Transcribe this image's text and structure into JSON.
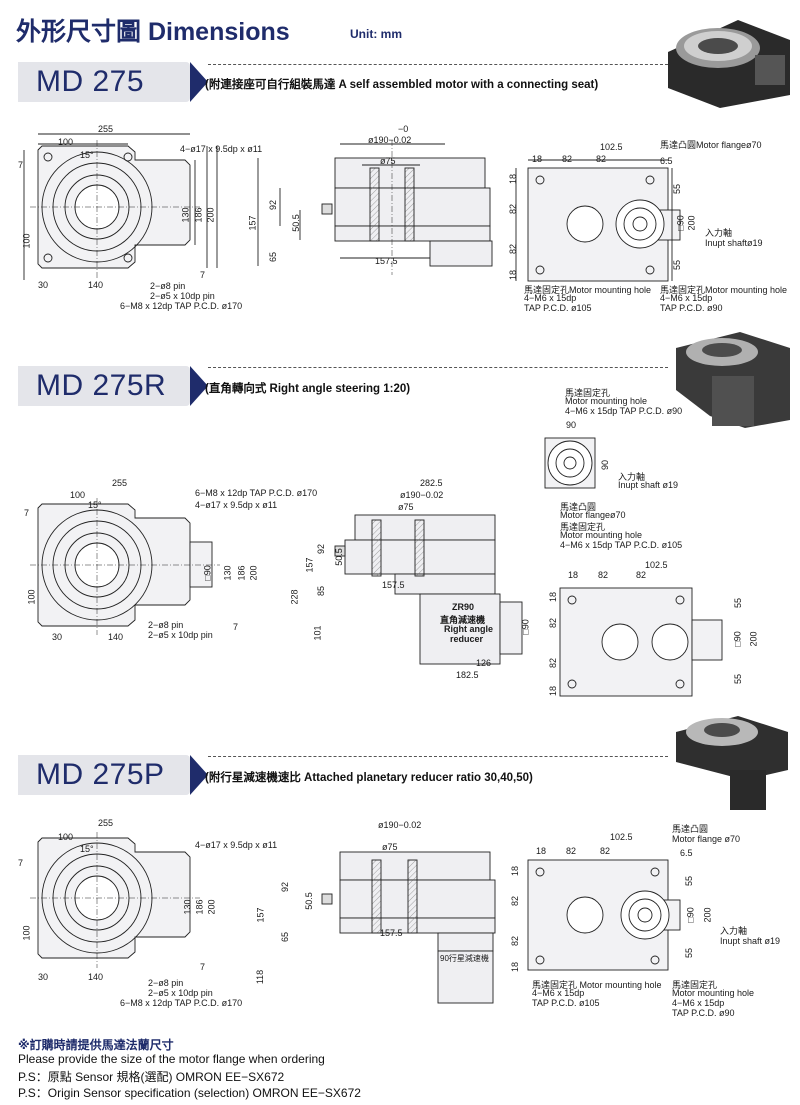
{
  "header": {
    "title": "外形尺寸圖 Dimensions",
    "unit": "Unit: mm"
  },
  "sections": [
    {
      "code": "MD 275",
      "desc": "(附連接座可自行組裝馬達  A self assembled motor with a connecting seat)"
    },
    {
      "code": "MD 275R",
      "desc": "(直角轉向式 Right angle steering 1:20)"
    },
    {
      "code": "MD 275P",
      "desc": "(附行星減速機速比 Attached planetary reducer ratio 30,40,50)"
    }
  ],
  "labels": {
    "d255": "255",
    "d100": "100",
    "d15": "15°",
    "d7": "7",
    "d30": "30",
    "d140": "140",
    "d130": "130",
    "d186": "186",
    "d200": "200",
    "hole17": "4−ø17 x 9.5dp x ø11",
    "pin8": "2−ø8 pin",
    "pin5": "2−ø5 x 10dp pin",
    "tap170": "6−M8 x 12dp TAP P.C.D. ø170",
    "d190": "ø190−0.02",
    "d190_top": "−0",
    "d75": "ø75",
    "d92": "92",
    "d50_5": "50.5",
    "d157": "157",
    "d65": "65",
    "d157_5": "157.5",
    "d118": "118",
    "d18": "18",
    "d82": "82",
    "d102_5": "102.5",
    "d6_5": "6.5",
    "d55": "55",
    "d90": "□90",
    "flange70": "馬達凸圓Motor flangeø70",
    "flange70_cn": "馬達凸圓",
    "flange70_en": "Motor flangeø70",
    "flange70_alt": "Motor flange ø70",
    "input19": "入力軸",
    "input19_en": "Inupt shaftø19",
    "input19_en2": "Inupt shaft ø19",
    "mhole_cn": "馬達固定孔",
    "mhole_a": "馬達固定孔Motor mounting hole",
    "mhole_b": "馬達固定孔 Motor mounting hole",
    "mhole_en": "Motor mounting hole",
    "m6": "4−M6 x 15dp",
    "m6tap90": "4−M6 x 15dp TAP P.C.D. ø90",
    "m6tap105": "4−M6 x 15dp TAP P.C.D. ø105",
    "tap105": "TAP P.C.D. ø105",
    "tap90": "TAP P.C.D. ø90",
    "d90plain": "90",
    "d282_5": "282.5",
    "d228": "228",
    "d101": "101",
    "d85": "85",
    "d126": "126",
    "d182_5": "182.5",
    "zr90": "ZR90",
    "zr_cn": "直角減速機",
    "zr_en1": "Right angle",
    "zr_en2": "reducer",
    "p90": "90行星減速機"
  },
  "footer": {
    "note": "※訂購時請提供馬達法蘭尺寸",
    "line1": "Please provide the size of the motor flange when ordering",
    "line2": "P.S：原點 Sensor 規格(選配)  OMRON EE−SX672",
    "line3": "P.S：Origin Sensor specification (selection) OMRON EE−SX672"
  }
}
